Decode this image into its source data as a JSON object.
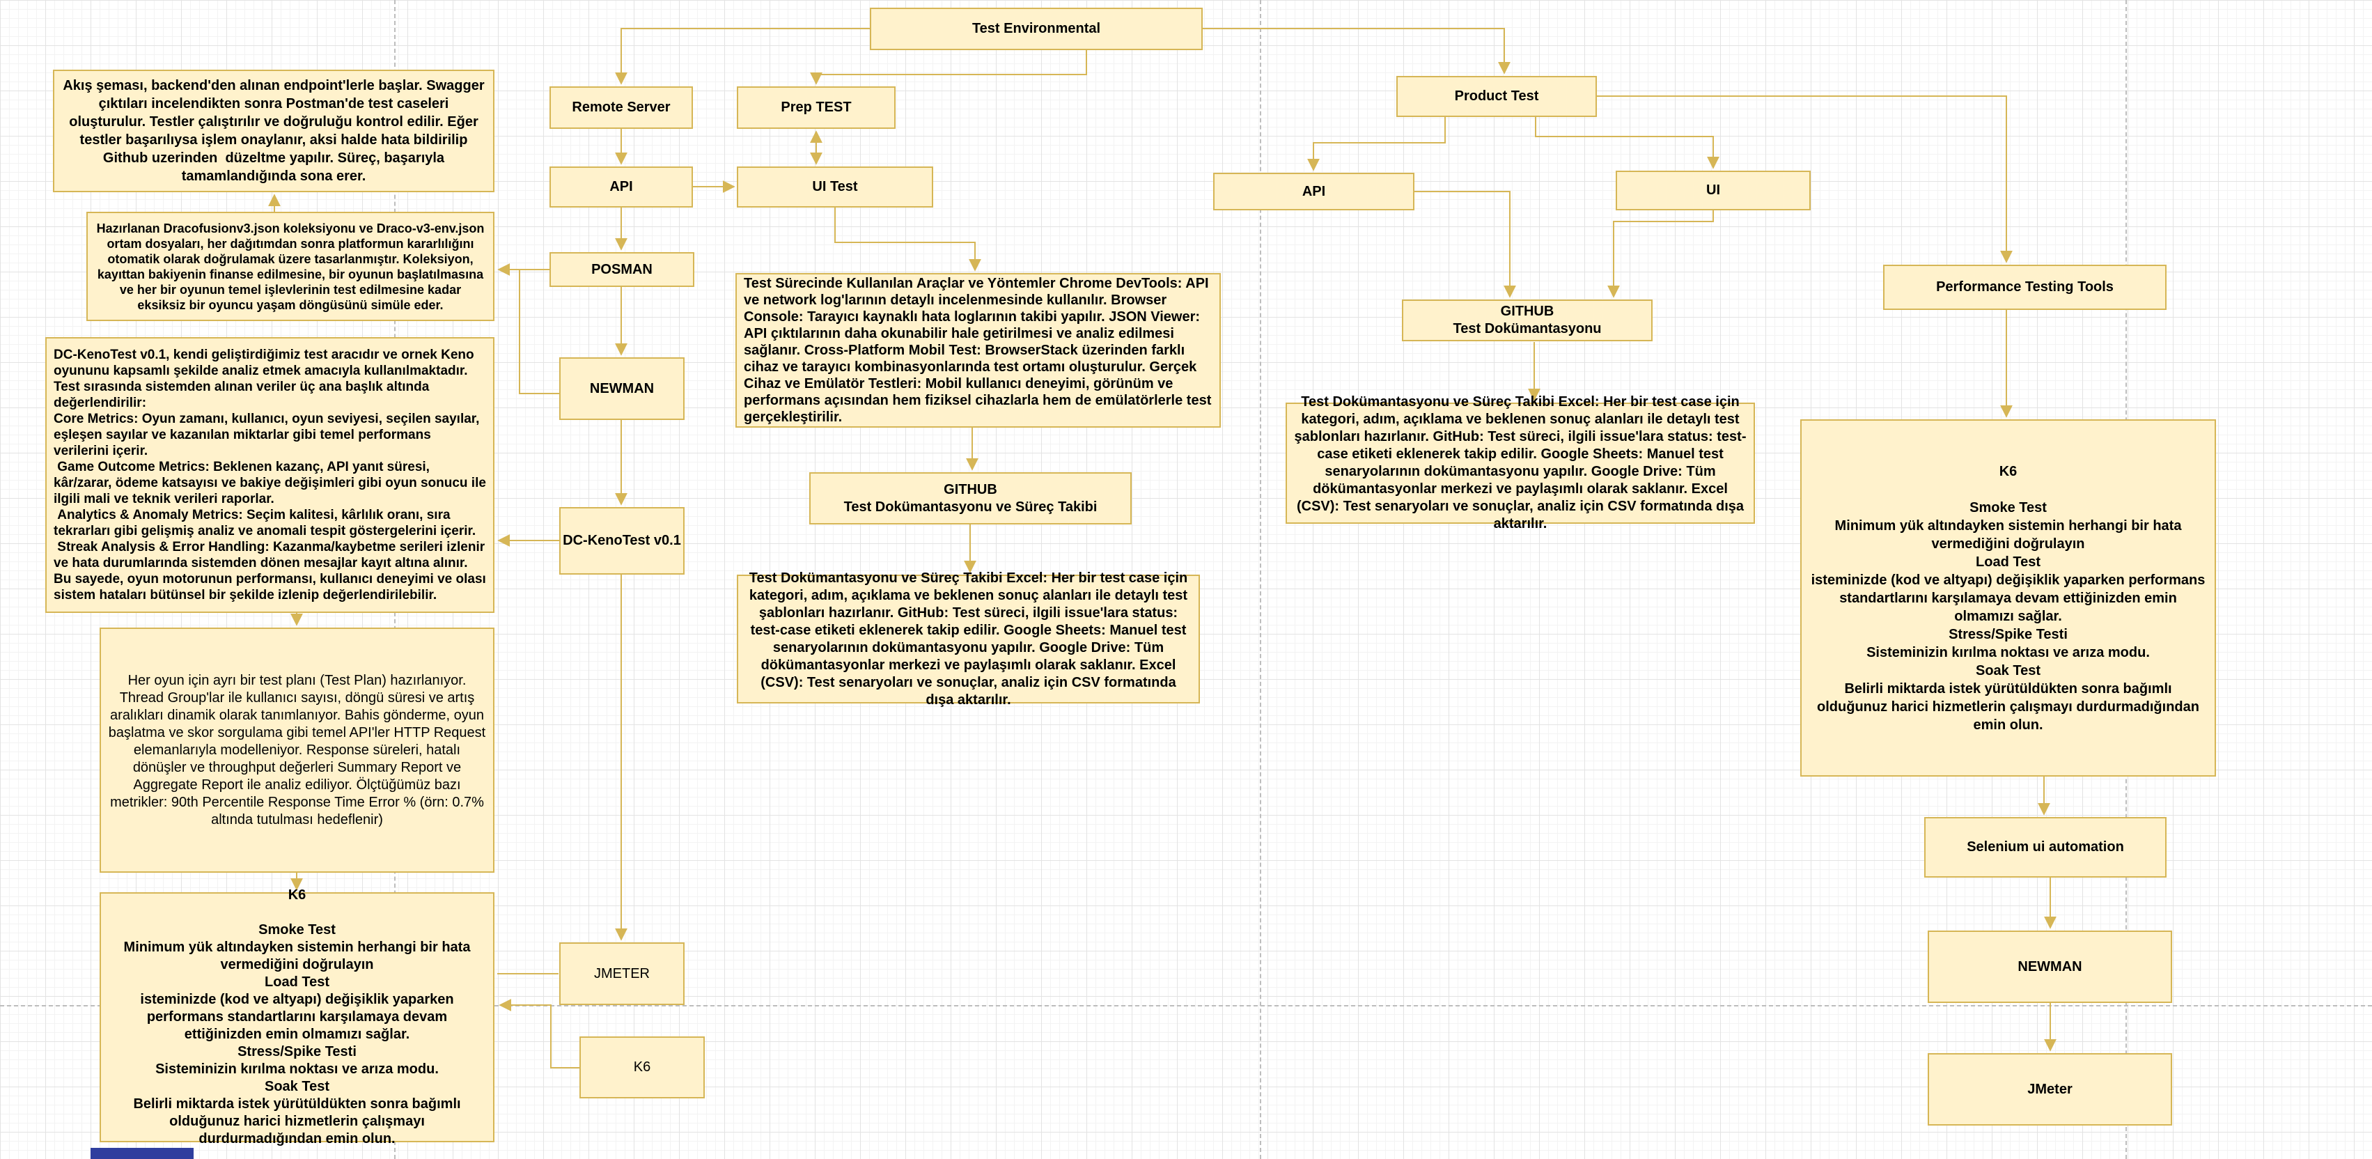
{
  "diagram": {
    "colors": {
      "node_fill": "#FFF2CC",
      "node_border": "#D6B656",
      "connector": "#D6B656",
      "page_break": "#BDBDBD",
      "footer_bar": "#2F3E9E"
    },
    "nodes": {
      "test_environmental": {
        "label": "Test Environmental"
      },
      "remote_server": {
        "label": "Remote Server"
      },
      "prep_test": {
        "label": "Prep TEST"
      },
      "api_mid": {
        "label": "API"
      },
      "ui_test": {
        "label": "UI Test"
      },
      "posman": {
        "label": "POSMAN"
      },
      "newman_mid": {
        "label": "NEWMAN"
      },
      "dc_kenotest": {
        "label": "DC-KenoTest v0.1"
      },
      "jmeter_mid": {
        "label": "JMETER"
      },
      "k6_mid": {
        "label": "K6"
      },
      "product_test": {
        "label": "Product Test"
      },
      "api_right": {
        "label": "API"
      },
      "ui_right": {
        "label": "UI"
      },
      "github_mid": {
        "label": "GITHUB\nTest Dokümantasyonu ve Süreç Takibi"
      },
      "github_right": {
        "label": "GITHUB\nTest Dokümantasyonu"
      },
      "perf_tools": {
        "label": "Performance Testing Tools"
      },
      "selenium": {
        "label": "Selenium ui automation"
      },
      "newman_right": {
        "label": "NEWMAN"
      },
      "jmeter_right": {
        "label": "JMeter"
      }
    },
    "notes": {
      "flow_summary": {
        "text": "Akış şeması, backend'den alınan endpoint'lerle başlar. Swagger çıktıları incelendikten sonra Postman'de test caseleri oluşturulur. Testler çalıştırılır ve doğruluğu kontrol edilir. Eğer testler başarılıysa işlem onaylanır, aksi halde hata bildirilip Github uzerinden  düzeltme yapılır. Süreç, başarıyla tamamlandığında sona erer."
      },
      "collection": {
        "text": "Hazırlanan Dracofusionv3.json koleksiyonu ve Draco-v3-env.json ortam dosyaları, her dağıtımdan sonra platformun kararlılığını otomatik olarak doğrulamak üzere tasarlanmıştır. Koleksiyon, kayıttan bakiyenin finanse edilmesine, bir oyunun başlatılmasına ve her bir oyunun temel işlevlerinin test edilmesine kadar eksiksiz bir oyuncu yaşam döngüsünü simüle eder."
      },
      "dc_kenotest_detail": {
        "text": "DC-KenoTest v0.1, kendi geliştirdiğimiz test aracıdır ve ornek Keno oyununu kapsamlı şekilde analiz etmek amacıyla kullanılmaktadır. Test sırasında sistemden alınan veriler üç ana başlık altında değerlendirilir:\nCore Metrics: Oyun zamanı, kullanıcı, oyun seviyesi, seçilen sayılar, eşleşen sayılar ve kazanılan miktarlar gibi temel performans verilerini içerir.\n Game Outcome Metrics: Beklenen kazanç, API yanıt süresi, kâr/zarar, ödeme katsayısı ve bakiye değişimleri gibi oyun sonucu ile ilgili mali ve teknik verileri raporlar.\n Analytics & Anomaly Metrics: Seçim kalitesi, kârlılık oranı, sıra tekrarları gibi gelişmiş analiz ve anomali tespit göstergelerini içerir.\n Streak Analysis & Error Handling: Kazanma/kaybetme serileri izlenir ve hata durumlarında sistemden dönen mesajlar kayıt altına alınır. Bu sayede, oyun motorunun performansı, kullanıcı deneyimi ve olası sistem hataları bütünsel bir şekilde izlenip değerlendirilebilir."
      },
      "jmeter_plan": {
        "text": "Her oyun için ayrı bir test planı (Test Plan) hazırlanıyor. Thread Group'lar ile kullanıcı sayısı, döngü süresi ve artış aralıkları dinamik olarak tanımlanıyor. Bahis gönderme, oyun başlatma ve skor sorgulama gibi temel API'ler HTTP Request elemanlarıyla modelleniyor. Response süreleri, hatalı dönüşler ve throughput değerleri Summary Report ve Aggregate Report ile analiz ediliyor. Ölçtüğümüz bazı metrikler: 90th Percentile Response Time Error % (örn: 0.7% altında tutulması hedeflenir)"
      },
      "k6_left": {
        "text": "K6\n\nSmoke Test\nMinimum yük altındayken sistemin herhangi bir hata vermediğini doğrulayın\nLoad Test\nisteminizde (kod ve altyapı) değişiklik yaparken performans standartlarını karşılamaya devam ettiğinizden emin olmamızı sağlar.\nStress/Spike Testi\nSisteminizin kırılma noktası ve arıza modu.\nSoak Test\nBelirli miktarda istek yürütüldükten sonra bağımlı olduğunuz harici hizmetlerin çalışmayı durdurmadığından emin olun."
      },
      "tools": {
        "text": "Test Sürecinde Kullanılan Araçlar ve Yöntemler Chrome DevTools: API ve network log'larının detaylı incelenmesinde kullanılır. Browser Console: Tarayıcı kaynaklı hata loglarının takibi yapılır. JSON Viewer: API çıktılarının daha okunabilir hale getirilmesi ve analiz edilmesi sağlanır. Cross-Platform Mobil Test: BrowserStack üzerinden farklı cihaz ve tarayıcı kombinasyonlarında test ortamı oluşturulur. Gerçek Cihaz ve Emülatör Testleri: Mobil kullanıcı deneyimi, görünüm ve performans açısından hem fiziksel cihazlarla hem de emülatörlerle test gerçekleştirilir."
      },
      "excel_mid": {
        "text": "Test Dokümantasyonu ve Süreç Takibi Excel: Her bir test case için kategori, adım, açıklama ve beklenen sonuç alanları ile detaylı test şablonları hazırlanır. GitHub: Test süreci, ilgili issue'lara status: test-case etiketi eklenerek takip edilir. Google Sheets: Manuel test senaryolarının dokümantasyonu yapılır. Google Drive: Tüm dökümantasyonlar merkezi ve paylaşımlı olarak saklanır. Excel (CSV): Test senaryoları ve sonuçlar, analiz için CSV formatında dışa aktarılır."
      },
      "excel_right": {
        "text": "Test Dokümantasyonu ve Süreç Takibi Excel: Her bir test case için kategori, adım, açıklama ve beklenen sonuç alanları ile detaylı test şablonları hazırlanır. GitHub: Test süreci, ilgili issue'lara status: test-case etiketi eklenerek takip edilir. Google Sheets: Manuel test senaryolarının dokümantasyonu yapılır. Google Drive: Tüm dökümantasyonlar merkezi ve paylaşımlı olarak saklanır. Excel (CSV): Test senaryoları ve sonuçlar, analiz için CSV formatında dışa aktarılır."
      },
      "k6_right": {
        "text": "K6\n\nSmoke Test\nMinimum yük altındayken sistemin herhangi bir hata vermediğini doğrulayın\nLoad Test\nisteminizde (kod ve altyapı) değişiklik yaparken performans standartlarını karşılamaya devam ettiğinizden emin olmamızı sağlar.\nStress/Spike Testi\nSisteminizin kırılma noktası ve arıza modu.\nSoak Test\nBelirli miktarda istek yürütüldükten sonra bağımlı olduğunuz harici hizmetlerin çalışmayı durdurmadığından emin olun."
      }
    }
  }
}
